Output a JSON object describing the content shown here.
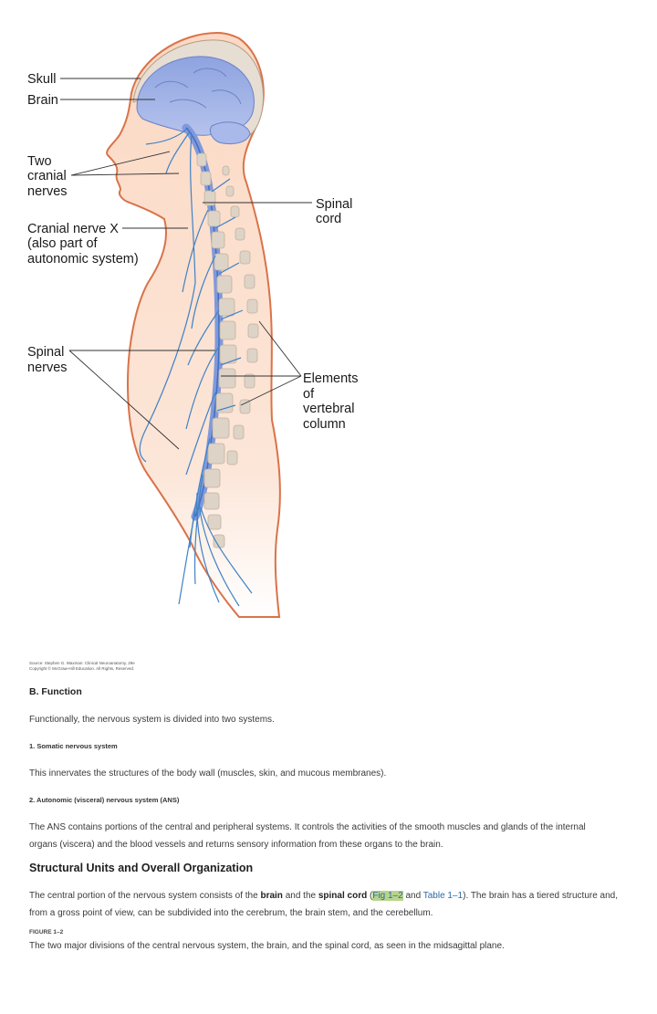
{
  "figure": {
    "labels": {
      "skull": "Skull",
      "brain": "Brain",
      "two_cranial_nerves": [
        "Two",
        "cranial",
        "nerves"
      ],
      "cranial_nerve_x": [
        "Cranial nerve X",
        "(also part of",
        "autonomic system)"
      ],
      "spinal_cord": [
        "Spinal",
        "cord"
      ],
      "spinal_nerves": [
        "Spinal",
        "nerves"
      ],
      "vertebral_column": [
        "Elements",
        "of",
        "vertebral",
        "column"
      ]
    },
    "source": {
      "line1": "Source: Stephen G. Waxman: Clinical Neuroanatomy, 29e",
      "line2": "Copyright © McGraw-Hill Education. All Rights, Reserved."
    }
  },
  "section_b": {
    "heading": "B. Function",
    "intro": "Functionally, the nervous system is divided into two systems.",
    "somatic_heading": "1. Somatic nervous system",
    "somatic_text": "This innervates the structures of the body wall (muscles, skin, and mucous membranes).",
    "autonomic_heading": "2. Autonomic (visceral) nervous system (ANS)",
    "autonomic_text_line1": "The ANS contains portions of the central and peripheral systems. It controls the activities of the smooth muscles and glands of the internal",
    "autonomic_text_line2": "organs (viscera) and the blood vessels and returns sensory information from these organs to the brain."
  },
  "structural": {
    "heading": "Structural Units and Overall Organization",
    "p1_a": "The central portion of the nervous system consists of the ",
    "p1_brain": "brain",
    "p1_b": " and the ",
    "p1_spinal": "spinal cord",
    "p1_c": " (",
    "p1_fig_link": "Fig 1–2",
    "p1_d": " and ",
    "p1_table_link": "Table 1–1",
    "p1_e": "). The brain has a tiered structure and,",
    "p1_line2": "from a gross point of view, can be subdivided into the cerebrum, the brain stem, and the cerebellum.",
    "figure_label": "FIGURE 1–2",
    "figure_caption": "The two major divisions of the central nervous system, the brain, and the spinal cord, as seen in the midsagittal plane."
  },
  "colors": {
    "skin": "#fbd9c4",
    "body_outline": "#d9734a",
    "brain": "#9fb3e6",
    "nerve": "#3f82c6",
    "vertebra": "#ddd3c6",
    "link": "#2a6aa8",
    "highlight": "#b9d48a"
  }
}
